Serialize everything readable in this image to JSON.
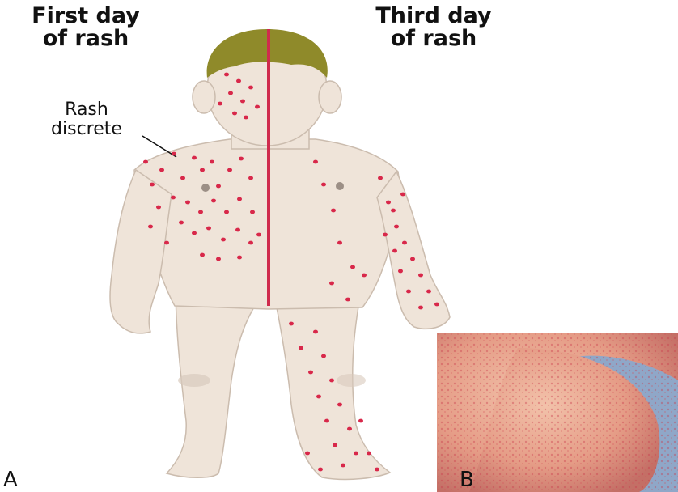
{
  "labels": {
    "first_day": "First day\nof rash",
    "third_day": "Third day\nof rash",
    "rash_note": "Rash\ndiscrete",
    "panel_a": "A",
    "panel_b": "B"
  },
  "colors": {
    "skin": "#efe4d9",
    "skin_shadow": "#d8cabd",
    "hair": "#8f8a2a",
    "rash": "#d8284a",
    "divider": "#cf2b4d",
    "photo_skin": "#e8a48a",
    "photo_bg": "#8fa7c8"
  },
  "icons": [
    "child-figure",
    "divider-line",
    "rash-photo"
  ]
}
